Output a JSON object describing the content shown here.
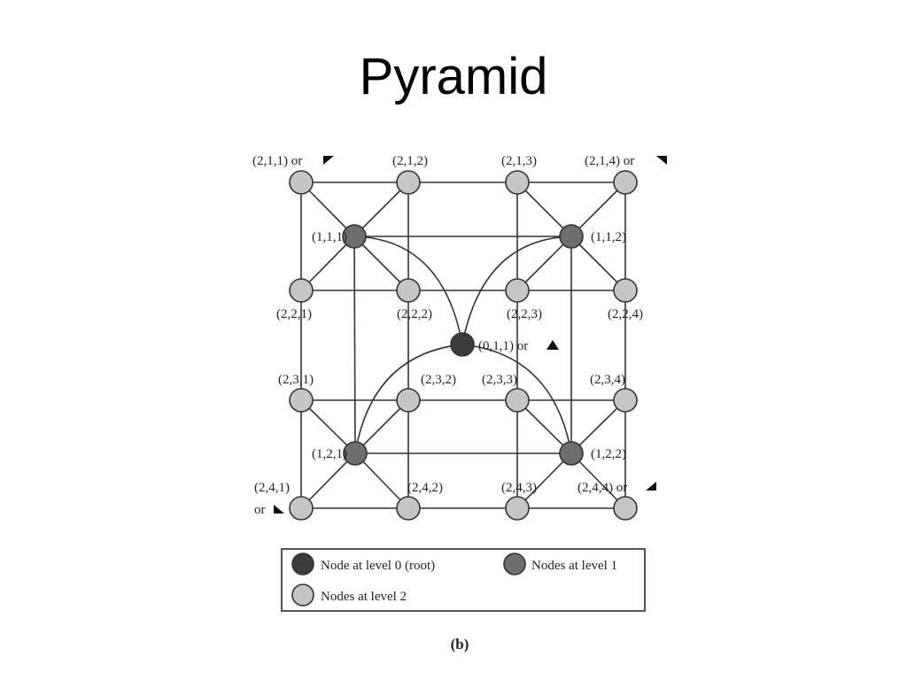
{
  "slide": {
    "title": "Pyramid"
  },
  "colors": {
    "root": "#3b3b3b",
    "level1": "#6e6e6e",
    "level2": "#c6c6c6",
    "stroke": "#333333",
    "edge": "#333333"
  },
  "nodes": {
    "root": {
      "label": "(0,1,1) or",
      "symbol": "triangle-up"
    },
    "level1": [
      {
        "id": "1-1-1",
        "label": "(1,1,1)"
      },
      {
        "id": "1-1-2",
        "label": "(1,1,2)"
      },
      {
        "id": "1-2-1",
        "label": "(1,2,1)"
      },
      {
        "id": "1-2-2",
        "label": "(1,2,2)"
      }
    ],
    "level2": [
      {
        "id": "2-1-1",
        "label": "(2,1,1) or",
        "symbol": "corner-top-left"
      },
      {
        "id": "2-1-2",
        "label": "(2,1,2)"
      },
      {
        "id": "2-1-3",
        "label": "(2,1,3)"
      },
      {
        "id": "2-1-4",
        "label": "(2,1,4) or",
        "symbol": "corner-top-right"
      },
      {
        "id": "2-2-1",
        "label": "(2,2,1)"
      },
      {
        "id": "2-2-2",
        "label": "(2,2,2)"
      },
      {
        "id": "2-2-3",
        "label": "(2,2,3)"
      },
      {
        "id": "2-2-4",
        "label": "(2,2,4)"
      },
      {
        "id": "2-3-1",
        "label": "(2,3,1)"
      },
      {
        "id": "2-3-2",
        "label": "(2,3,2)"
      },
      {
        "id": "2-3-3",
        "label": "(2,3,3)"
      },
      {
        "id": "2-3-4",
        "label": "(2,3,4)"
      },
      {
        "id": "2-4-1",
        "label": "(2,4,1)",
        "label_line2": "or",
        "symbol": "corner-bottom-left"
      },
      {
        "id": "2-4-2",
        "label": "(2,4,2)"
      },
      {
        "id": "2-4-3",
        "label": "(2,4,3)"
      },
      {
        "id": "2-4-4",
        "label": "(2,4,4) or",
        "symbol": "corner-bottom-right"
      }
    ]
  },
  "legend": {
    "root": "Node at level 0 (root)",
    "level1": "Nodes at level 1",
    "level2": "Nodes at level 2"
  },
  "caption": "(b)"
}
